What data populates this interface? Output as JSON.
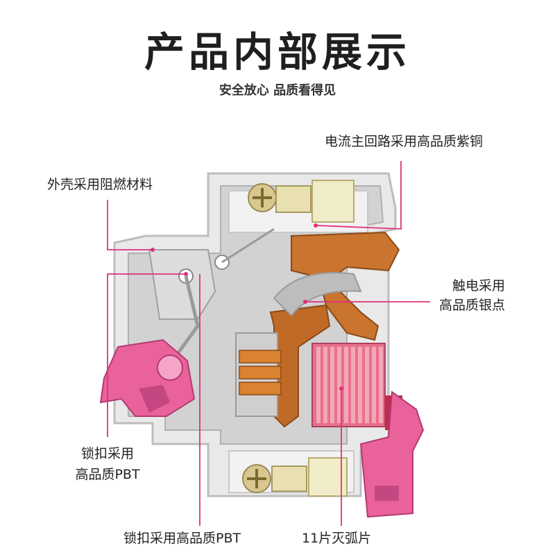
{
  "header": {
    "title": "产品内部展示",
    "subtitle": "安全放心 品质看得见"
  },
  "callouts": {
    "copper": "电流主回路采用高品质紫铜",
    "shell": "外壳采用阻燃材料",
    "contact_line1": "触电采用",
    "contact_line2": "高品质银点",
    "lock_line1": "锁扣采用",
    "lock_line2": "高品质PBT",
    "lock_bottom": "锁扣采用高品质PBT",
    "arc": "11片灭弧片"
  },
  "colors": {
    "leader": "#e0307a",
    "handle": "#e8609a",
    "arc_chute": "#e86a82",
    "copper": "#c86a2a",
    "shell": "#e6e6e6"
  }
}
